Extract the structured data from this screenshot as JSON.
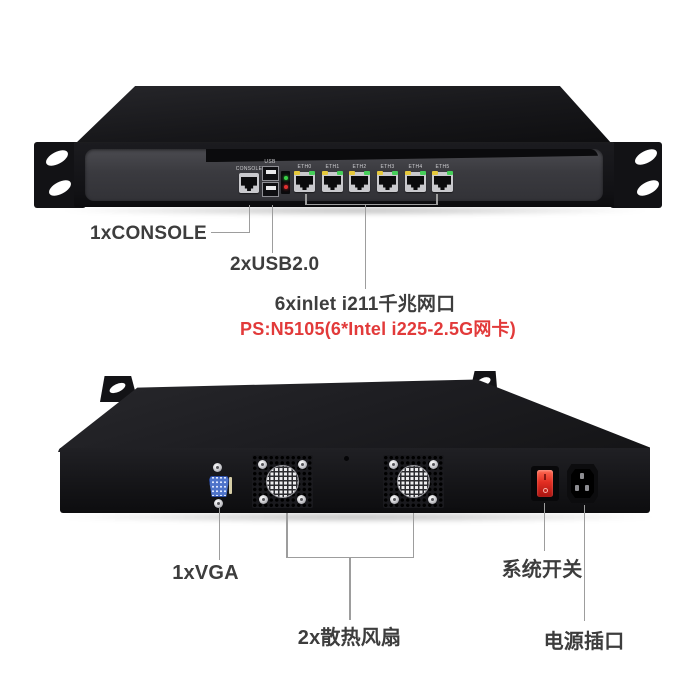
{
  "product": {
    "type": "1U rackmount network appliance, front and rear annotated views"
  },
  "front_view": {
    "ports": {
      "console_label": "CONSOLE",
      "usb_label": "USB",
      "eth_labels": [
        "ETH0",
        "ETH1",
        "ETH2",
        "ETH3",
        "ETH4",
        "ETH5"
      ]
    },
    "annotations": {
      "console": "1xCONSOLE",
      "usb": "2xUSB2.0",
      "eth": "6xinlet i211千兆网口",
      "ps_note": "PS:N5105(6*Intel i225-2.5G网卡)"
    }
  },
  "rear_view": {
    "annotations": {
      "vga": "1xVGA",
      "fans": "2x散热风扇",
      "switch": "系统开关",
      "power": "电源插口"
    }
  },
  "colors": {
    "annotation_red": "#e23a3a",
    "annotation_gray": "#3d3d3d",
    "callout_line": "#9d9d9d",
    "chassis_black": "#17171a",
    "panel_gray": "#3a3a3f",
    "led_green": "#3ad147",
    "led_red": "#e23030",
    "eth_led_yellow": "#e6c93c",
    "eth_led_green": "#46cf5a",
    "vga_blue": "#4e73c9",
    "switch_red": "#e22e22"
  }
}
